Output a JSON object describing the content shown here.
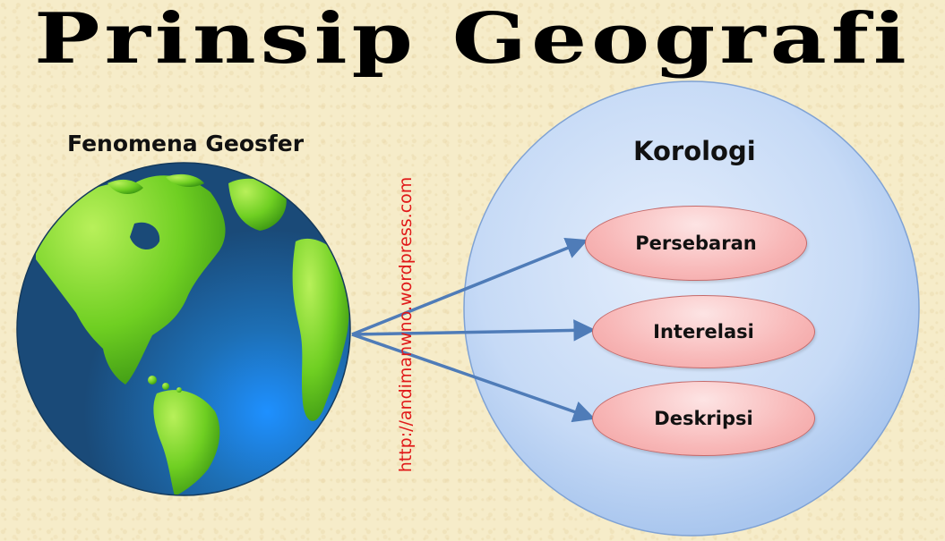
{
  "title": "Prinsip Geografi",
  "left_label": "Fenomena Geosfer",
  "right_circle": {
    "label": "Korologi",
    "items": [
      "Persebaran",
      "Interelasi",
      "Deskripsi"
    ]
  },
  "watermark": "http://andimanwno.wordpress.com",
  "colors": {
    "arrow": "#4f7cb8",
    "circle_fill": "#c8dcf8",
    "pill_fill": "#f8b8b8",
    "watermark": "#e01818",
    "ocean": "#1a4f7a",
    "land": "#7ed321"
  },
  "icons": [
    "globe-icon"
  ]
}
